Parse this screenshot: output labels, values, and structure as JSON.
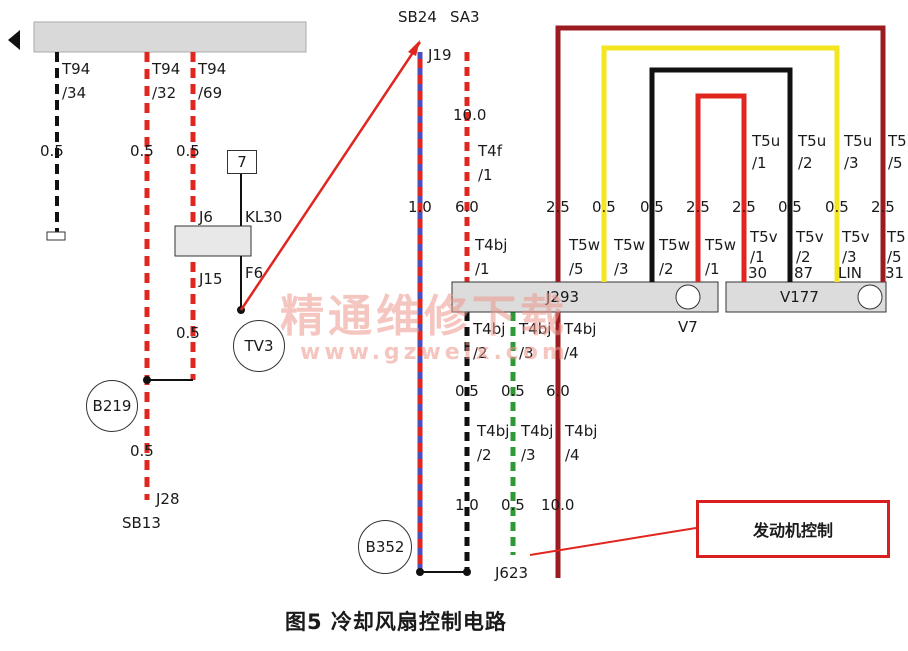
{
  "caption": "图5 冷却风扇控制电路",
  "annotation_box": "发动机控制",
  "watermark": {
    "cn": "精通维修下载",
    "url": "www.gzweix.com"
  },
  "components": {
    "j293": "J293",
    "v177": "V177",
    "v7": "V7",
    "tv3": "TV3",
    "b219": "B219",
    "b352": "B352",
    "box7": "7"
  },
  "colors": {
    "red": "#e0261e",
    "black": "#111111",
    "yellow": "#f3e61f",
    "blue": "#4a4fbf",
    "green": "#2d9a36",
    "darkred": "#9b1c20",
    "bus": "#d9d9d9"
  },
  "labels": {
    "t94_34": "T94",
    "s34": "/34",
    "t94_32": "T94",
    "s32": "/32",
    "t94_69": "T94",
    "s69": "/69",
    "w05_a": "0.5",
    "w05_b": "0.5",
    "w05_c": "0.5",
    "w05_d": "0.5",
    "w05_e": "0.5",
    "j6": "J6",
    "kl30": "KL30",
    "j15": "J15",
    "f6": "F6",
    "j28": "J28",
    "sb13": "SB13",
    "sb24": "SB24",
    "sa3": "SA3",
    "j19": "J19",
    "w10_a": "10.0",
    "t4f": "T4f",
    "t4f_s": "/1",
    "w10_b": "1.0",
    "w60_a": "6.0",
    "t4bj_1": "T4bj",
    "t4bj_1s": "/1",
    "t4bj_2": "T4bj",
    "t4bj_2s": "/2",
    "t4bj_3": "T4bj",
    "t4bj_3s": "/3",
    "t4bj_4": "T4bj",
    "t4bj_4s": "/4",
    "t4bj_5": "T4bj",
    "t4bj_5s": "/2",
    "t4bj_6": "T4bj",
    "t4bj_6s": "/3",
    "t4bj_7": "T4bj",
    "t4bj_7s": "/4",
    "w05_f": "0.5",
    "w05_g": "0.5",
    "w60_b": "6.0",
    "w10_c": "1.0",
    "w05_h": "0.5",
    "w100_c": "10.0",
    "j623": "J623",
    "t5w_5": "T5w",
    "t5w_5s": "/5",
    "t5w_3": "T5w",
    "t5w_3s": "/3",
    "t5w_2": "T5w",
    "t5w_2s": "/2",
    "t5w_1": "T5w",
    "t5w_1s": "/1",
    "t5v_1": "T5v",
    "t5v_1s": "/1",
    "t5v_1n": "30",
    "t5v_2": "T5v",
    "t5v_2s": "/2",
    "t5v_2n": "87",
    "t5v_3": "T5v",
    "t5v_3s": "/3",
    "t5v_3n": "LIN",
    "t5v_5": "T5",
    "t5v_5s": "/5",
    "t5v_5n": "31",
    "t5u_1": "T5u",
    "t5u_1s": "/1",
    "t5u_2": "T5u",
    "t5u_2s": "/2",
    "t5u_3": "T5u",
    "t5u_3s": "/3",
    "t5u_5": "T5",
    "t5u_5s": "/5",
    "x25_a": "2.5",
    "x05_a": "0.5",
    "x05_b": "0.5",
    "x25_b": "2.5",
    "x25_c": "2.5",
    "x05_c": "0.5",
    "x05_d": "0.5",
    "x25_d": "2.5"
  }
}
